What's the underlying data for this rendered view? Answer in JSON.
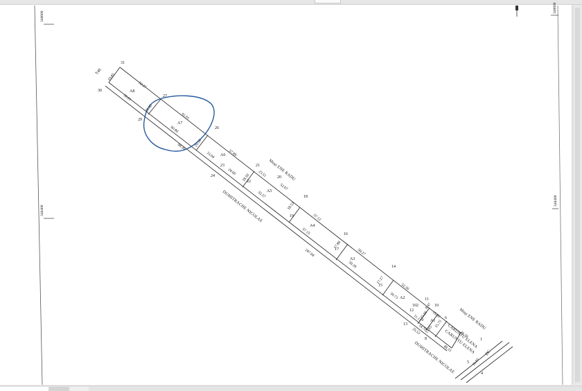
{
  "viewer": {
    "background": "#f0f0f0",
    "sheet_color": "#ffffff"
  },
  "grid": {
    "coord_top_left": "348600",
    "coord_top_right": "348600",
    "coord_mid_left": "348400",
    "coord_mid_right": "348400"
  },
  "plan": {
    "title_mark": "T40",
    "highlight_color": "#2a5a9e",
    "points": {
      "p31": "31",
      "p30": "30",
      "p27": "27",
      "p29": "29",
      "p26": "26",
      "p24": "24",
      "p23": "23",
      "p21": "21",
      "p22": "22",
      "p20": "20",
      "p18": "18",
      "p19": "19",
      "p16": "16",
      "p17": "17",
      "p14": "14",
      "p15": "15",
      "p13": "13",
      "p12": "12",
      "p102": "102",
      "p11": "11",
      "p10": "10",
      "p9": "9",
      "p6": "6",
      "p8": "8",
      "p1": "1",
      "p5": "5",
      "p4": "4"
    },
    "parcels": {
      "a8": "A8",
      "a7": "A7",
      "a6": "A6",
      "a5": "A5",
      "a4": "A4",
      "a3": "A3",
      "a2": "A2",
      "a1": "A1"
    },
    "dimensions": {
      "d_31_30": "19.85",
      "d_31_27": "52.27",
      "d_30_29": "50.01",
      "d_27_29": "20.40",
      "d_27_26": "61.01",
      "d_29_a7": "60.86",
      "d_26_24": "20.18",
      "d_24_left": "94.36",
      "d_26_21": "57.89",
      "d_23_22": "33.04",
      "d_22_19": "24.60",
      "d_21_22": "18.50",
      "d_21_18": "23.51",
      "d_20_18": "52.07",
      "d_a5": "55.57",
      "d_18_19": "18.53",
      "d_18_16": "57.12",
      "d_a4": "57.15",
      "d_16_17": "17.88",
      "d_16_14": "59.27",
      "d_left_long": "247.64",
      "d_a3": "59.39",
      "d_14_15": "17.17",
      "d_14_11": "52.36",
      "d_a2": "50.73",
      "d_11_10": "8.47",
      "d_10_6": "15.20",
      "d_12_9": "11.11",
      "d_102": "15.66",
      "d_9_8": "14.70",
      "d_a1_a": "15.65",
      "d_a1_b": "15.75",
      "d_13_8": "25.53",
      "d_6_1": "48.78",
      "d_8_5": "48.33",
      "d_5_4": "16.01"
    },
    "owners": {
      "north": "Moșt ENE RADU",
      "north_lower": "Moșt ENE RADU",
      "south": "DUMITRACHE NICOLAE",
      "south_lower": "DUMITRACHE NICOLAE",
      "east_a": "CARUNTU ELENA",
      "east_b": "CARUNTU ELENA"
    },
    "road": "DC"
  }
}
